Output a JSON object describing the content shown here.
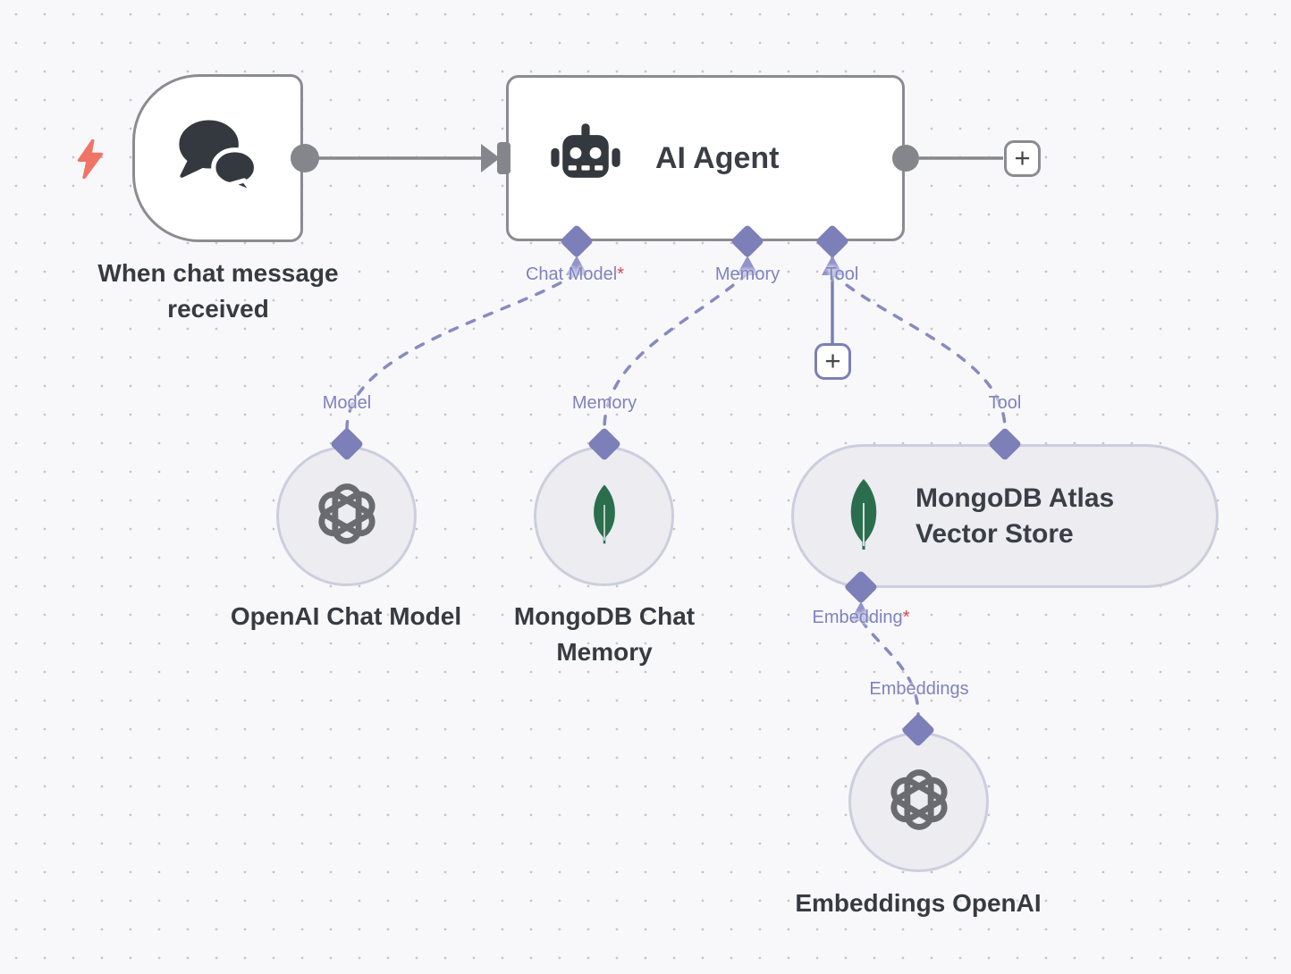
{
  "palette": {
    "background": "#f8f8fa",
    "grid_dot": "#c4c4c9",
    "edge_gray": "#85868b",
    "node_border_gray": "#8b8c91",
    "accent_purple": "#7c7fb8",
    "port_label_purple": "#7e82bf",
    "required_red": "#d9444f",
    "mongodb_green": "#2a6e4e",
    "openai_gray": "#6a6b70",
    "icon_dark": "#34393f",
    "title_dark": "#373b41",
    "subnode_fill": "#ececf1",
    "subnode_border": "#cccede",
    "trigger_bolt_coral": "#ee7465"
  },
  "trigger_node": {
    "title": "When chat message received",
    "icon": "chat-bubbles-icon",
    "badge_icon": "lightning-bolt-icon"
  },
  "agent_node": {
    "title": "AI Agent",
    "icon": "robot-icon",
    "ports": [
      {
        "label": "Chat Model",
        "required": "*"
      },
      {
        "label": "Memory",
        "required": ""
      },
      {
        "label": "Tool",
        "required": ""
      }
    ]
  },
  "plus_buttons": {
    "output_plus": "+",
    "tool_plus": "+"
  },
  "subnodes": {
    "openai_chat_model": {
      "title": "OpenAI Chat Model",
      "port_label": "Model",
      "icon": "openai-logo-icon"
    },
    "mongodb_chat_memory": {
      "title": "MongoDB Chat Memory",
      "port_label": "Memory",
      "icon": "mongodb-leaf-icon"
    },
    "mongodb_atlas_vector_store": {
      "title": "MongoDB Atlas Vector Store",
      "port_label": "Tool",
      "icon": "mongodb-leaf-icon",
      "input_port": {
        "label": "Embedding",
        "required": "*"
      }
    },
    "embeddings_openai": {
      "title": "Embeddings OpenAI",
      "port_label": "Embeddings",
      "icon": "openai-logo-icon"
    }
  }
}
